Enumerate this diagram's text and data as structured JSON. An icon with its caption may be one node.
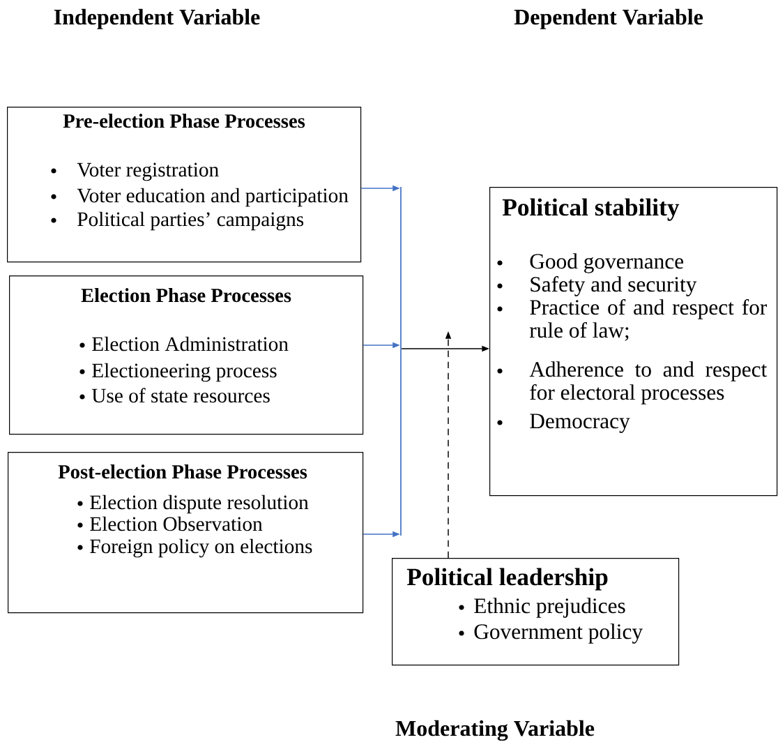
{
  "diagram": {
    "nodes": [
      {
        "text": [
          "Pre-election Phase Processes",
          "Voter registration",
          "Voter education and participation",
          "Political parties’ campaigns"
        ]
      },
      {
        "text": [
          "Election Phase Processes",
          "Election Administration",
          "Electioneering process",
          "Use of state resources"
        ]
      },
      {
        "text": [
          "Post-election Phase Processes",
          "Election dispute resolution",
          "Election Observation",
          "Foreign policy on elections"
        ]
      },
      {
        "text": [
          "Political stability",
          "Good governance",
          "Safety and security",
          "Practice of and respect for rule of law;",
          "Adherence to and respect for electoral processes",
          "Democracy"
        ]
      },
      {
        "text": [
          "Political leadership",
          "Ethnic prejudices",
          "Government policy"
        ]
      },
      {
        "text": [],
        "shape": "bar"
      }
    ],
    "edges": [
      {
        "from": 0,
        "to": 5,
        "arrow": "to"
      },
      {
        "from": 1,
        "to": 5,
        "arrow": "to"
      },
      {
        "from": 2,
        "to": 5,
        "arrow": "to"
      },
      {
        "from": 5,
        "to": 3,
        "arrow": "to",
        "color": "#000000"
      },
      {
        "from": 4,
        "to": null,
        "arrow": "to",
        "style": "dashed",
        "color": "#000000"
      }
    ],
    "labels": [
      "Independent Variable",
      "Dependent Variable",
      "Moderating Variable"
    ]
  }
}
